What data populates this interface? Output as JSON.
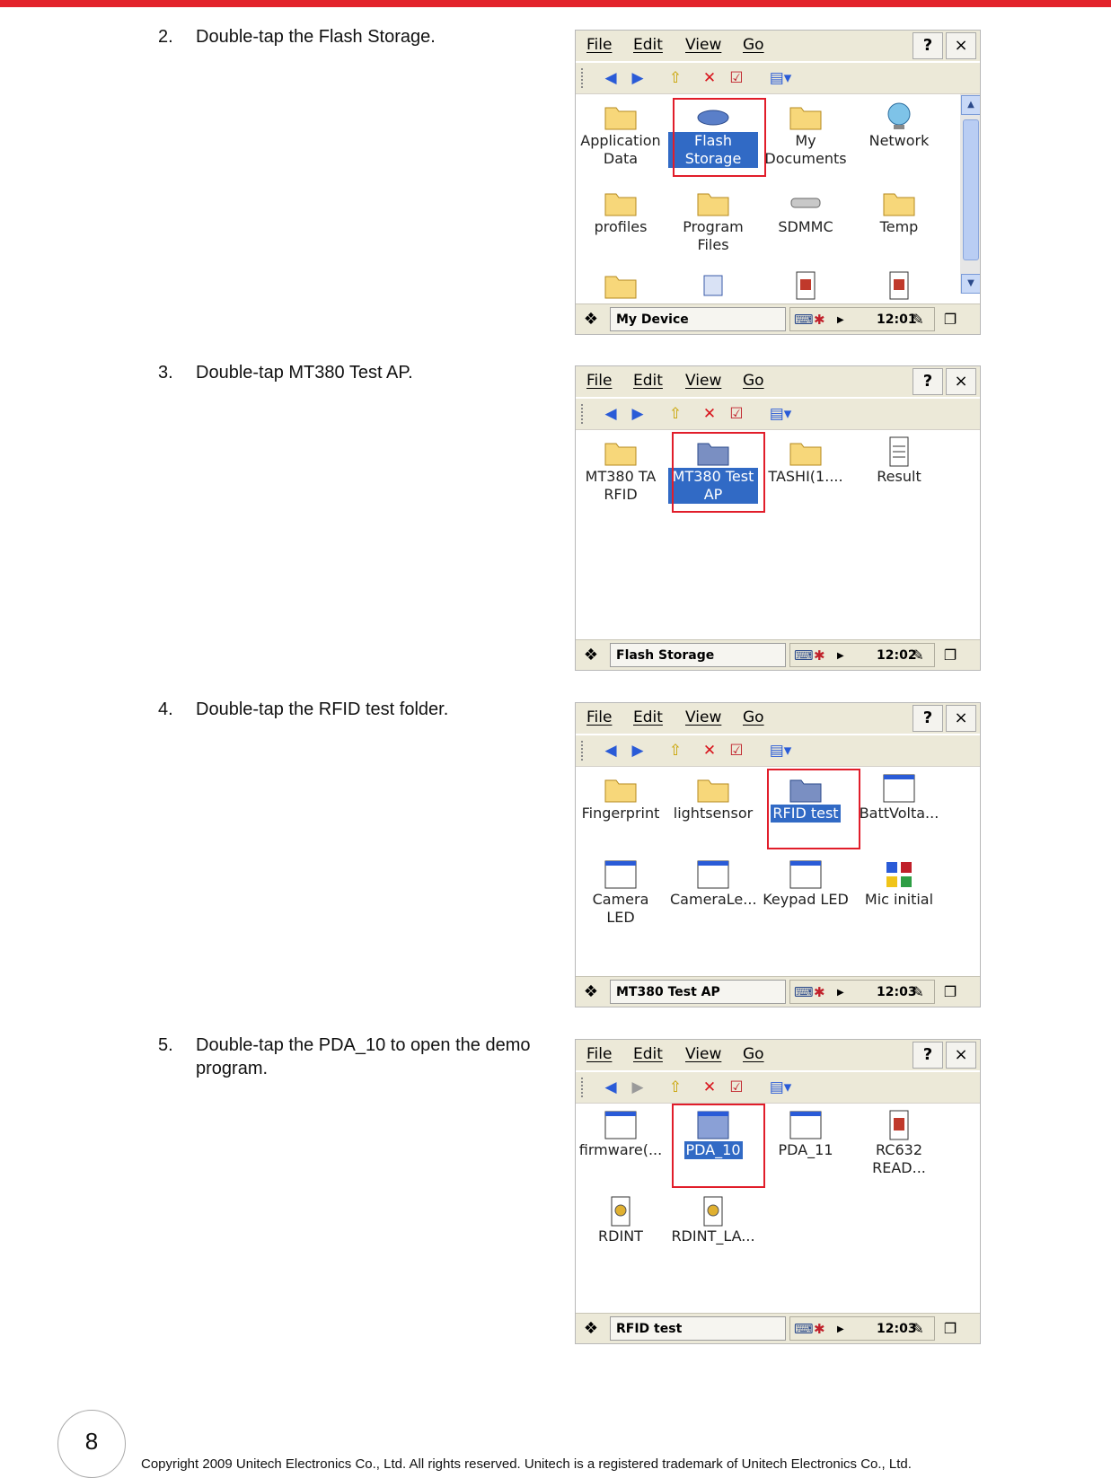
{
  "colors": {
    "accent_bar": "#e3232b",
    "selection": "#316ac5",
    "highlight_box": "#e11d2a"
  },
  "steps": [
    {
      "num": "2.",
      "text": "Double-tap the Flash Storage."
    },
    {
      "num": "3.",
      "text": "Double-tap MT380 Test AP."
    },
    {
      "num": "4.",
      "text": "Double-tap the RFID test folder."
    },
    {
      "num": "5.",
      "text": "Double-tap the PDA_10 to open the demo program."
    }
  ],
  "menu": {
    "file": "File",
    "edit": "Edit",
    "view": "View",
    "go": "Go",
    "help": "?",
    "close": "×"
  },
  "screens": [
    {
      "items": [
        {
          "label": "Application Data",
          "icon": "folder-icon"
        },
        {
          "label": "Flash Storage",
          "icon": "flash-storage-icon",
          "selected": true
        },
        {
          "label": "My Documents",
          "icon": "folder-icon"
        },
        {
          "label": "Network",
          "icon": "network-icon"
        },
        {
          "label": "profiles",
          "icon": "folder-icon"
        },
        {
          "label": "Program Files",
          "icon": "folder-icon"
        },
        {
          "label": "SDMMC",
          "icon": "storage-card-icon"
        },
        {
          "label": "Temp",
          "icon": "folder-icon"
        }
      ],
      "taskbar_title": "My Device",
      "time": "12:01 AM"
    },
    {
      "items": [
        {
          "label": "MT380 TA RFID",
          "icon": "folder-icon"
        },
        {
          "label": "MT380 Test AP",
          "icon": "folder-icon",
          "selected": true
        },
        {
          "label": "TASHI(1....",
          "icon": "folder-icon"
        },
        {
          "label": "Result",
          "icon": "notepad-icon"
        }
      ],
      "taskbar_title": "Flash Storage",
      "time": "12:02 AM"
    },
    {
      "items": [
        {
          "label": "Fingerprint",
          "icon": "folder-icon"
        },
        {
          "label": "lightsensor",
          "icon": "folder-icon"
        },
        {
          "label": "RFID test",
          "icon": "folder-icon",
          "selected": true
        },
        {
          "label": "BattVolta...",
          "icon": "window-icon"
        },
        {
          "label": "Camera LED",
          "icon": "window-icon"
        },
        {
          "label": "CameraLe...",
          "icon": "window-icon"
        },
        {
          "label": "Keypad LED",
          "icon": "window-icon"
        },
        {
          "label": "Mic initial",
          "icon": "blocks-icon"
        }
      ],
      "taskbar_title": "MT380 Test AP",
      "time": "12:03 AM"
    },
    {
      "items": [
        {
          "label": "firmware(...",
          "icon": "window-icon"
        },
        {
          "label": "PDA_10",
          "icon": "window-icon",
          "selected": true
        },
        {
          "label": "PDA_11",
          "icon": "window-icon"
        },
        {
          "label": "RC632 READ...",
          "icon": "document-icon"
        },
        {
          "label": "RDINT",
          "icon": "gear-document-icon"
        },
        {
          "label": "RDINT_LA...",
          "icon": "gear-document-icon"
        }
      ],
      "taskbar_title": "RFID test",
      "time": "12:03 AM"
    }
  ],
  "page_number": "8",
  "copyright": "Copyright 2009 Unitech Electronics Co., Ltd. All rights reserved. Unitech is a registered trademark of Unitech Electronics Co., Ltd."
}
